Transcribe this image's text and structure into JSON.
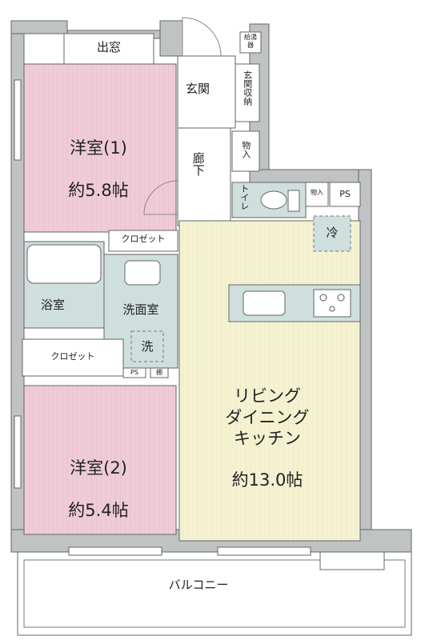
{
  "rooms": {
    "western_room_1": {
      "name": "洋室(1)",
      "area": "約5.8帖"
    },
    "western_room_2": {
      "name": "洋室(2)",
      "area": "約5.4帖"
    },
    "ldk": {
      "name": "リビング\nダイニング\nキッチン",
      "area": "約13.0帖"
    },
    "bay_window": "出窓",
    "entrance": "玄関",
    "shoe_storage": "玄関収納",
    "water_heater": "給湯器",
    "corridor": "廊下",
    "storage_1": "物入",
    "storage_2": "物入",
    "toilet": "トイレ",
    "pipe_space_1": "PS",
    "pipe_space_2": "PS",
    "fridge": "冷",
    "closet_1": "クロゼット",
    "closet_2": "クロゼット",
    "bathroom": "浴室",
    "washroom": "洗面室",
    "washer": "洗",
    "shelf": "棚",
    "balcony": "バルコニー"
  },
  "colors": {
    "wall": "#bfc3c3",
    "western_floor": "#efcbd8",
    "ldk_floor": "#f5f2d2",
    "wet_area": "#cfdfdd",
    "white_room": "#ffffff",
    "line": "#555555"
  }
}
